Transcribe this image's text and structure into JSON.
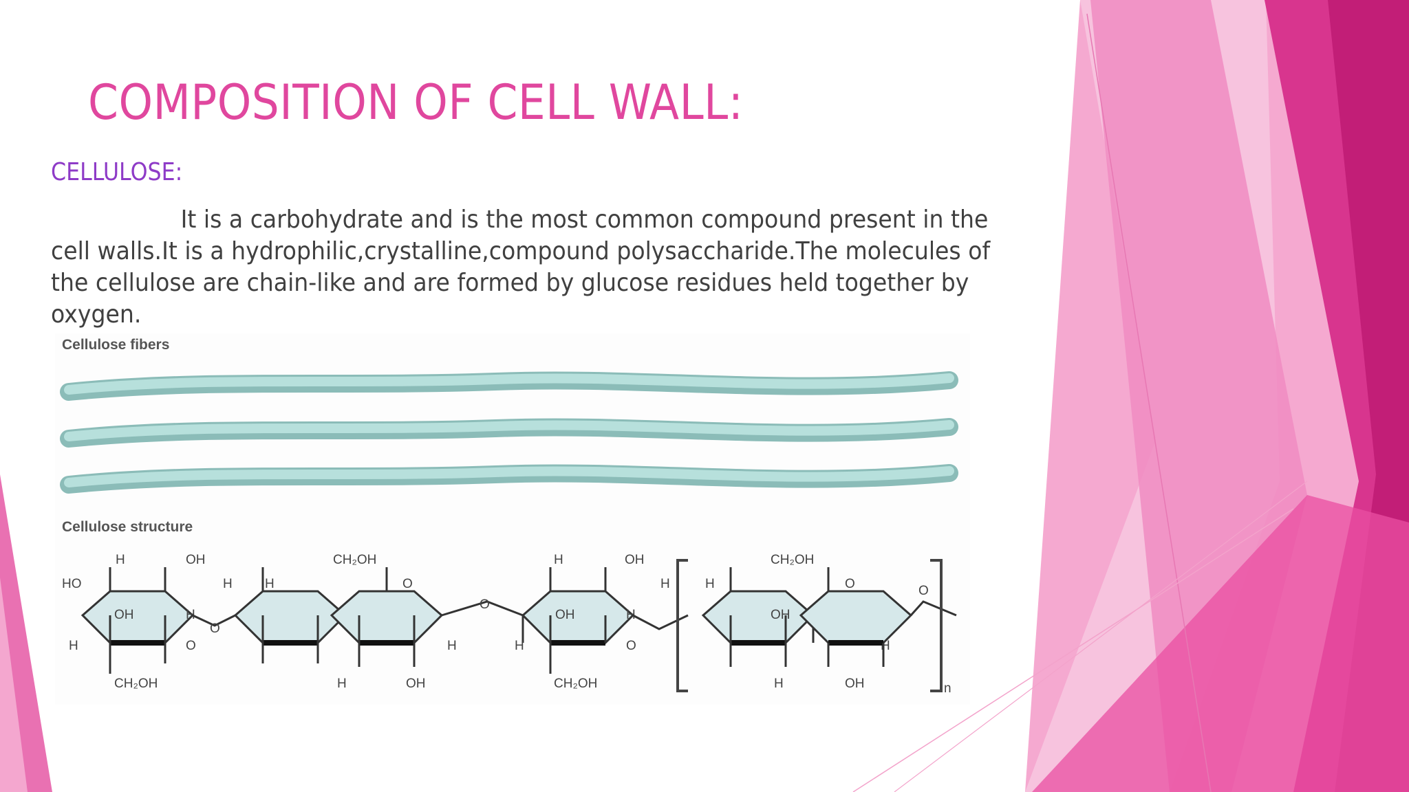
{
  "slide": {
    "title": "COMPOSITION OF CELL WALL:",
    "subheading": "CELLULOSE:",
    "body": "It is a carbohydrate and is the most common compound present in the cell walls.It is a hydrophilic,crystalline,compound polysaccharide.The molecules of the cellulose are chain-like and are formed by glucose residues held together by oxygen."
  },
  "figure": {
    "fibers_label": "Cellulose fibers",
    "structure_label": "Cellulose structure",
    "chem_labels": {
      "h": "H",
      "oh": "OH",
      "ho": "HO",
      "o": "O",
      "ch2oh": "CH₂OH",
      "n": "n"
    }
  },
  "colors": {
    "title": "#e0479e",
    "subheading": "#8e3bc7",
    "body": "#404040",
    "fiber": "#a7d3cf",
    "ring_fill": "#d6e8ea",
    "accent_pink": "#e84f9f",
    "accent_magenta": "#c71f78"
  }
}
